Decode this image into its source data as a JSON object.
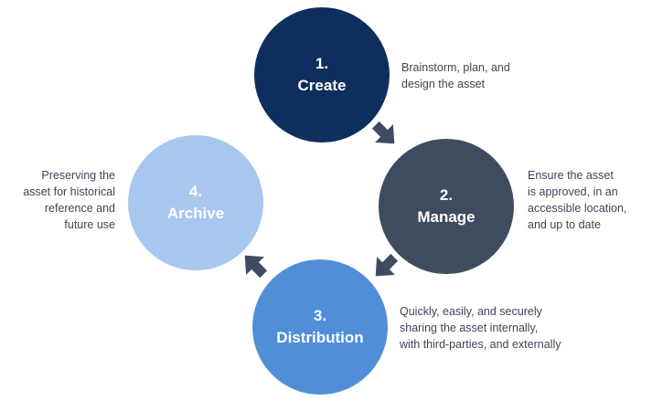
{
  "colors": {
    "create": "#0e2f5e",
    "manage": "#3f4c60",
    "distribution": "#508fd7",
    "archive": "#a7c7ee",
    "arrow": "#3f4c60",
    "description_text": "#3e4652"
  },
  "steps": [
    {
      "number": "1.",
      "name": "Create",
      "description": [
        "Brainstorm, plan, and",
        "design the asset"
      ]
    },
    {
      "number": "2.",
      "name": "Manage",
      "description": [
        "Ensure the asset",
        "is approved, in an",
        "accessible location,",
        "and up to date"
      ]
    },
    {
      "number": "3.",
      "name": "Distribution",
      "description": [
        "Quickly, easily, and securely",
        "sharing the asset internally,",
        "with third-parties, and externally"
      ]
    },
    {
      "number": "4.",
      "name": "Archive",
      "description": [
        "Preserving the",
        "asset for historical",
        "reference and",
        "future use"
      ]
    }
  ],
  "arrows": [
    "arrow-icon",
    "arrow-icon",
    "arrow-icon"
  ]
}
